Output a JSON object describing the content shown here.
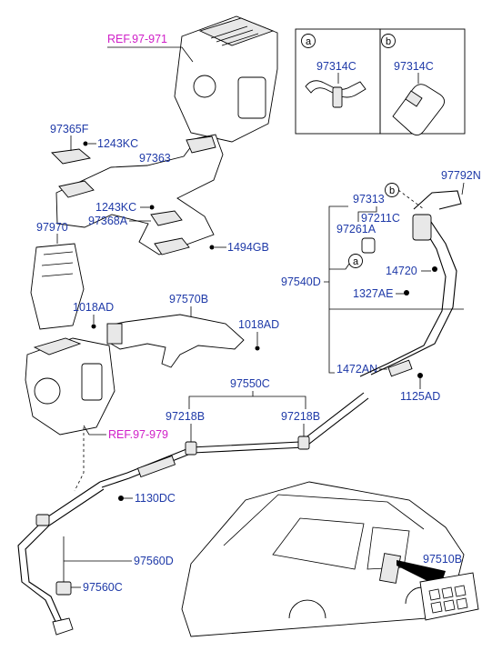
{
  "labels": {
    "ref_97_971": "REF.97-971",
    "ref_97_979": "REF.97-979",
    "p97365F": "97365F",
    "p1243KC_a": "1243KC",
    "p97363": "97363",
    "p1243KC_b": "1243KC",
    "p97368A": "97368A",
    "p1494GB": "1494GB",
    "p97970": "97970",
    "p1018AD_a": "1018AD",
    "p97570B": "97570B",
    "p1018AD_b": "1018AD",
    "p97792N": "97792N",
    "p97313": "97313",
    "p97211C": "97211C",
    "p97261A": "97261A",
    "p97540D": "97540D",
    "p14720": "14720",
    "p1327AE": "1327AE",
    "p1472AN": "1472AN",
    "p1125AD": "1125AD",
    "p97550C": "97550C",
    "p97218B_a": "97218B",
    "p97218B_b": "97218B",
    "p1130DC": "1130DC",
    "p97560D": "97560D",
    "p97560C": "97560C",
    "p97510B": "97510B"
  },
  "detail_boxes": {
    "a": {
      "letter": "a",
      "part": "97314C"
    },
    "b": {
      "letter": "b",
      "part": "97314C"
    }
  },
  "callouts": {
    "b": "b",
    "a": "a"
  }
}
